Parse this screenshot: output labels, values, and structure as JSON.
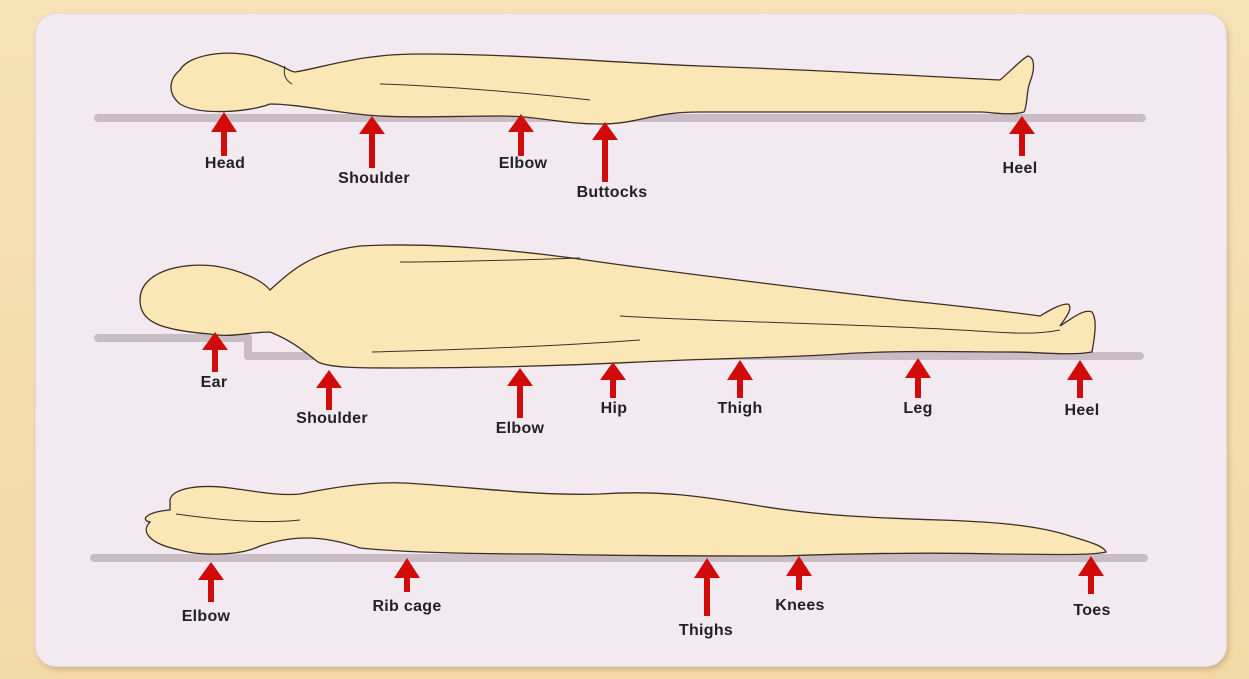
{
  "colors": {
    "background": "#f6deb0",
    "panel": "#f3eaf1",
    "body_fill": "#fbe6b5",
    "body_stroke": "#3a3024",
    "surface": "#c9bcc4",
    "arrow": "#d10a0a"
  },
  "positions": [
    {
      "name": "supine",
      "labels": [
        "Head",
        "Shoulder",
        "Elbow",
        "Buttocks",
        "Heel"
      ]
    },
    {
      "name": "lateral",
      "labels": [
        "Ear",
        "Shoulder",
        "Elbow",
        "Hip",
        "Thigh",
        "Leg",
        "Heel"
      ]
    },
    {
      "name": "prone",
      "labels": [
        "Elbow",
        "Rib cage",
        "Thighs",
        "Knees",
        "Toes"
      ]
    }
  ]
}
